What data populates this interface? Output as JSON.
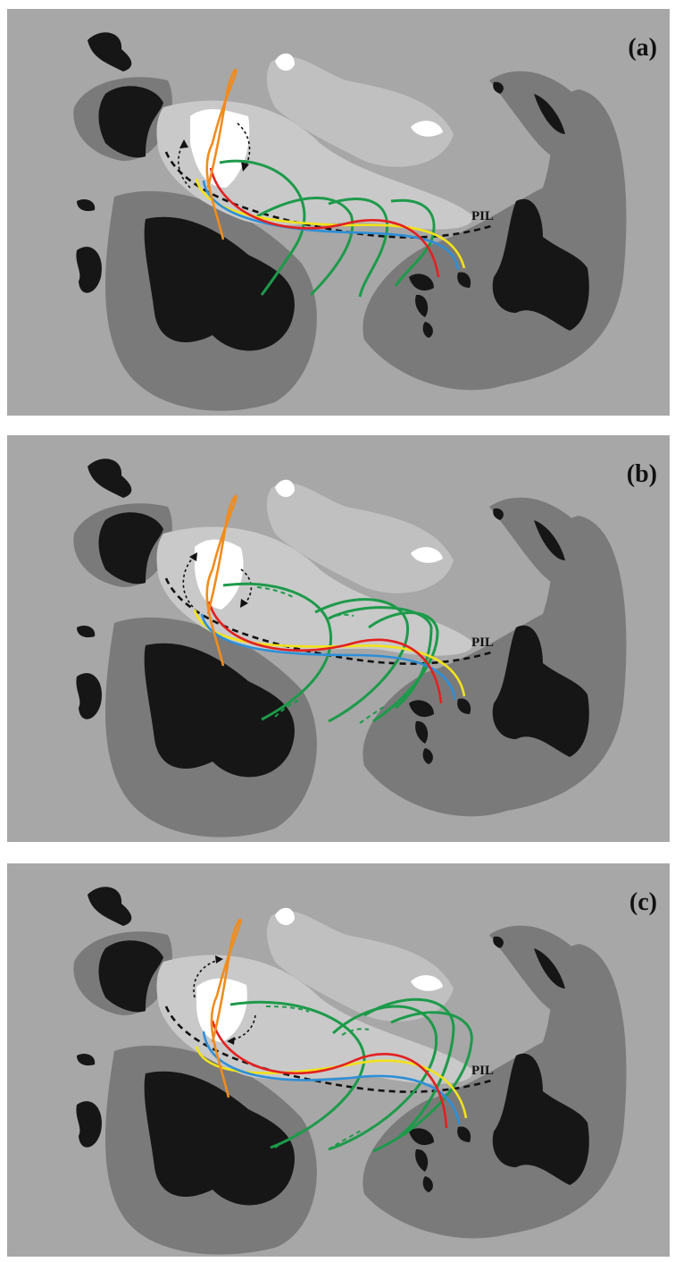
{
  "panels": [
    {
      "label": "(a)",
      "pil": "PIL"
    },
    {
      "label": "(b)",
      "pil": "PIL"
    },
    {
      "label": "(c)",
      "pil": "PIL"
    }
  ],
  "colors": {
    "background": "#a7a7a7",
    "umbra": "#161616",
    "penumbra_dark": "#7a7a7a",
    "positive_plage": "#c9c9c9",
    "positive_core": "#ffffff",
    "loop_green": "#1d9a4a",
    "loop_red": "#e32020",
    "loop_blue": "#2e8fd8",
    "loop_yellow": "#f2e21a",
    "loop_orange": "#f08c1e",
    "neutral_line": "#111111"
  }
}
